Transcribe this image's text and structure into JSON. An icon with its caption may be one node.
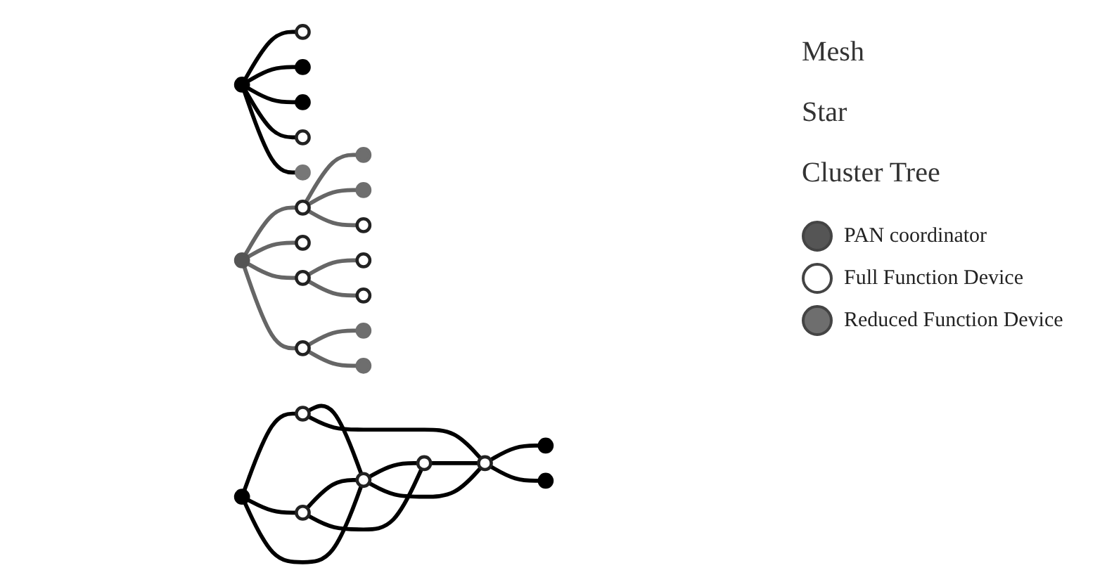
{
  "diagram": {
    "nodes": [
      {
        "text": [],
        "shape": "circle"
      },
      {
        "text": [],
        "shape": "circle"
      },
      {
        "text": [],
        "shape": "circle"
      },
      {
        "text": [],
        "shape": "circle"
      },
      {
        "text": [],
        "shape": "circle"
      },
      {
        "text": [],
        "shape": "circle"
      },
      {
        "text": [],
        "shape": "circle"
      },
      {
        "text": [],
        "shape": "circle"
      },
      {
        "text": [],
        "shape": "circle"
      },
      {
        "text": [],
        "shape": "circle"
      },
      {
        "text": [],
        "shape": "circle"
      },
      {
        "text": [],
        "shape": "circle"
      },
      {
        "text": [],
        "shape": "circle"
      },
      {
        "text": [],
        "shape": "circle"
      },
      {
        "text": [],
        "shape": "circle"
      },
      {
        "text": [],
        "shape": "circle"
      },
      {
        "text": [],
        "shape": "circle"
      },
      {
        "text": [],
        "shape": "circle"
      },
      {
        "text": [],
        "shape": "circle"
      },
      {
        "text": [],
        "shape": "circle"
      },
      {
        "text": [],
        "shape": "circle"
      },
      {
        "text": [],
        "shape": "circle"
      },
      {
        "text": [],
        "shape": "circle"
      },
      {
        "text": [],
        "shape": "circle"
      },
      {
        "text": [],
        "shape": "circle"
      },
      {
        "text": [],
        "shape": "circle"
      }
    ],
    "edges": [
      {
        "from": 0,
        "to": 1,
        "arrow": "none"
      },
      {
        "from": 0,
        "to": 2,
        "arrow": "none"
      },
      {
        "from": 0,
        "to": 3,
        "arrow": "none"
      },
      {
        "from": 0,
        "to": 4,
        "arrow": "none"
      },
      {
        "from": 0,
        "to": 5,
        "arrow": "none"
      },
      {
        "from": 6,
        "to": 7,
        "arrow": "none"
      },
      {
        "from": 6,
        "to": 8,
        "arrow": "none"
      },
      {
        "from": 6,
        "to": 9,
        "arrow": "none"
      },
      {
        "from": 7,
        "to": 9,
        "arrow": "none"
      },
      {
        "from": 7,
        "to": 11,
        "arrow": "none"
      },
      {
        "from": 8,
        "to": 9,
        "arrow": "none"
      },
      {
        "from": 8,
        "to": 10,
        "arrow": "none"
      },
      {
        "from": 9,
        "to": 10,
        "arrow": "none"
      },
      {
        "from": 9,
        "to": 11,
        "arrow": "none"
      },
      {
        "from": 10,
        "to": 11,
        "arrow": "none"
      },
      {
        "from": 11,
        "to": 12,
        "arrow": "none"
      },
      {
        "from": 11,
        "to": 13,
        "arrow": "none"
      },
      {
        "from": 17,
        "to": 14,
        "arrow": "none",
        "color": "#666666"
      },
      {
        "from": 17,
        "to": 15,
        "arrow": "none",
        "color": "#666666"
      },
      {
        "from": 17,
        "to": 16,
        "arrow": "none",
        "color": "#666666"
      },
      {
        "from": 19,
        "to": 17,
        "arrow": "none",
        "color": "#666666"
      },
      {
        "from": 19,
        "to": 18,
        "arrow": "none",
        "color": "#666666"
      },
      {
        "from": 19,
        "to": 21,
        "arrow": "none",
        "color": "#666666"
      },
      {
        "from": 19,
        "to": 23,
        "arrow": "none",
        "color": "#666666"
      },
      {
        "from": 21,
        "to": 20,
        "arrow": "none",
        "color": "#666666"
      },
      {
        "from": 21,
        "to": 22,
        "arrow": "none",
        "color": "#666666"
      },
      {
        "from": 23,
        "to": 24,
        "arrow": "none",
        "color": "#666666"
      },
      {
        "from": 23,
        "to": 25,
        "arrow": "none",
        "color": "#666666"
      }
    ],
    "labels": [
      "Mesh",
      "Star",
      "Cluster Tree"
    ],
    "legend": [
      {
        "text": "PAN coordinator",
        "color": "#555555"
      },
      {
        "text": "Full Function Device",
        "color": "#ffffff"
      },
      {
        "text": "Reduced Function Device",
        "color": "#6e6e6e"
      }
    ]
  }
}
